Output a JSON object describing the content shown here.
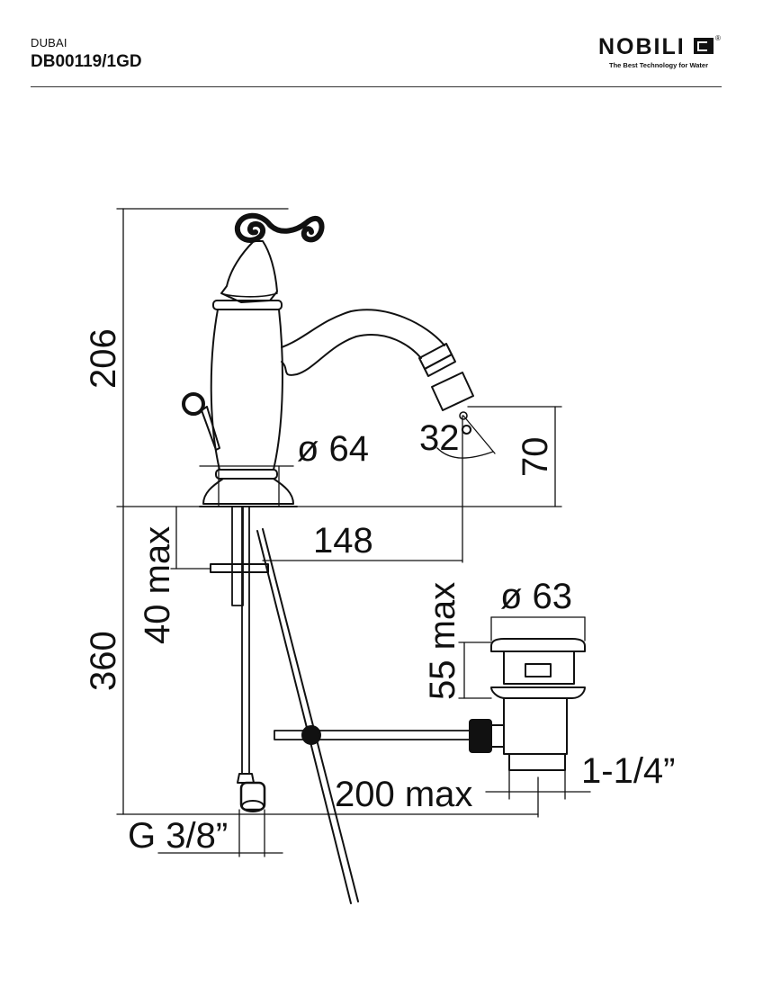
{
  "header": {
    "series": "DUBAI",
    "product_code": "DB00119/1GD"
  },
  "brand": {
    "name": "NOBILI",
    "tagline": "The Best Technology for Water",
    "registered": "®"
  },
  "dimensions": {
    "total_height": "206",
    "body_diameter": "ø 64",
    "spout_reach": "148",
    "spout_angle": "32°",
    "spout_height": "70",
    "deck_thickness": "40 max",
    "hose_length": "360",
    "waste_diameter": "ø 63",
    "waste_height": "55 max",
    "waste_thread": "1-1/4”",
    "rod_length": "200 max",
    "inlet_thread": "G 3/8”"
  },
  "colors": {
    "line": "#111111",
    "background": "#ffffff"
  }
}
